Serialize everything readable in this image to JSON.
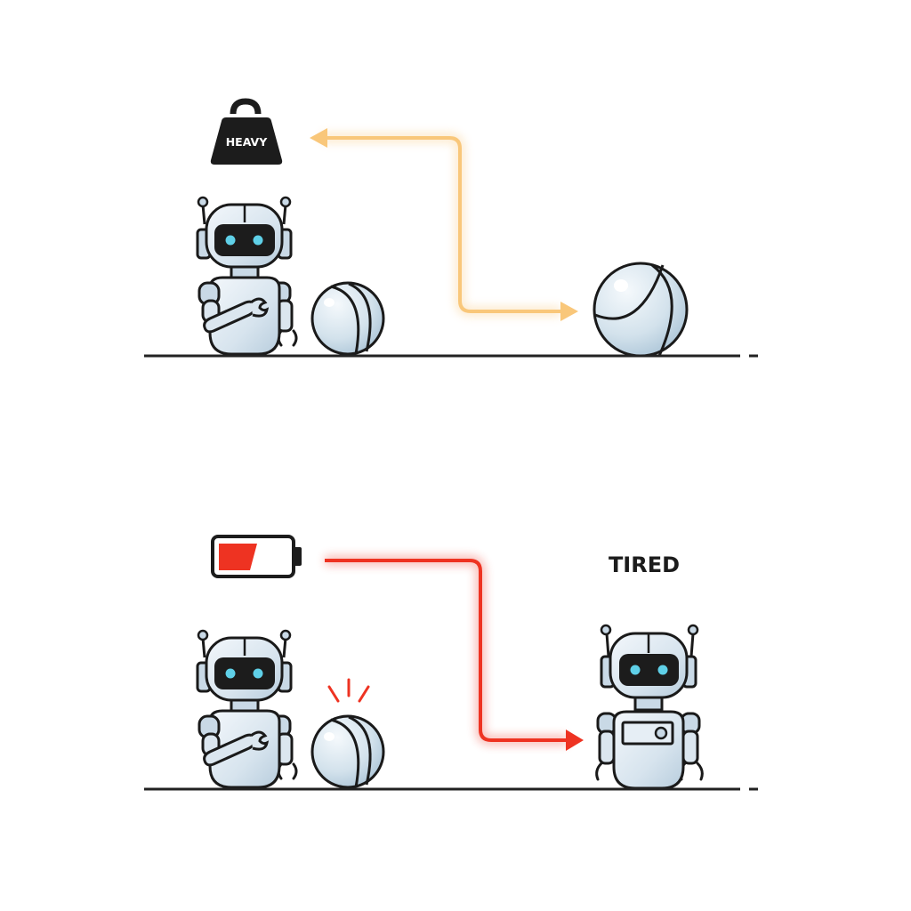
{
  "panels": [
    {
      "id": "top",
      "weight_label": "HEAVY",
      "arrow_color": "#f9c77a",
      "description": "Robot next to a small ball; heavy weight arrow leads to a larger ball"
    },
    {
      "id": "bottom",
      "status_label": "TIRED",
      "battery_level_color": "#ee3322",
      "arrow_color": "#ee3322",
      "description": "Robot next to a ball with impact marks; low battery arrow leads to a tired robot"
    }
  ],
  "colors": {
    "outline": "#1a1a1a",
    "metal_light": "#e6eef5",
    "metal_mid": "#c9d9e6",
    "visor": "#1c1c1c",
    "eye": "#5fd0e8",
    "ground": "#222222"
  }
}
